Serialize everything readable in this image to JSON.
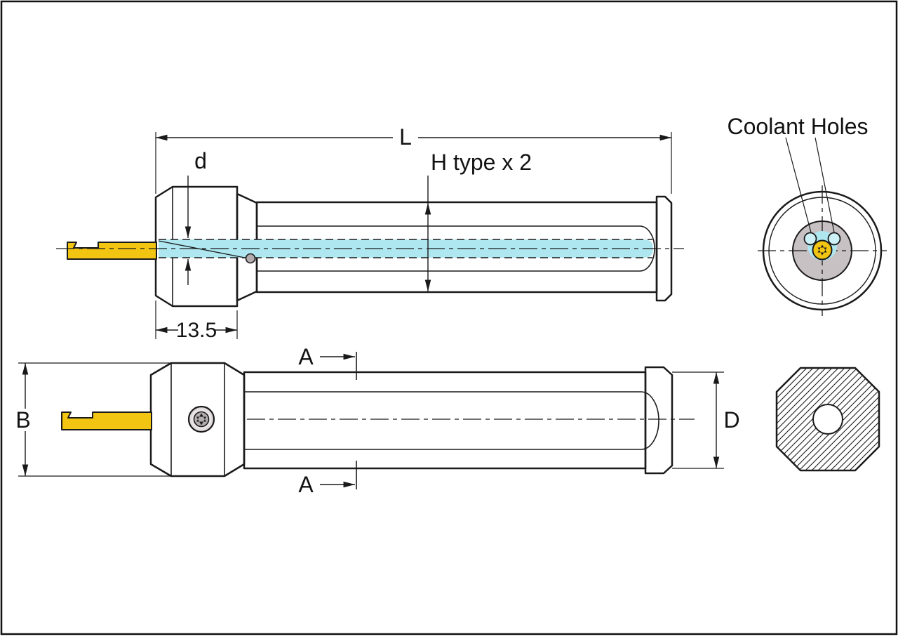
{
  "drawing": {
    "labels": {
      "overall_length": "L",
      "tool_diameter": "d",
      "coolant_spec": "H type x 2",
      "head_length": "13.5",
      "coolant_holes": "Coolant Holes",
      "section_a": "A",
      "height_b": "B",
      "shank_diameter": "D"
    },
    "colors": {
      "line": "#1a1a1a",
      "coolant_channel": "#aee7f0",
      "coolant_hole": "#cdf1f7",
      "cutting_tool": "#f2c513",
      "metal_light": "#f8f5f6",
      "metal_dark": "#b6b0b2",
      "bore_gray": "#c7c1c4",
      "hatch_fill": "#efeae9"
    }
  }
}
